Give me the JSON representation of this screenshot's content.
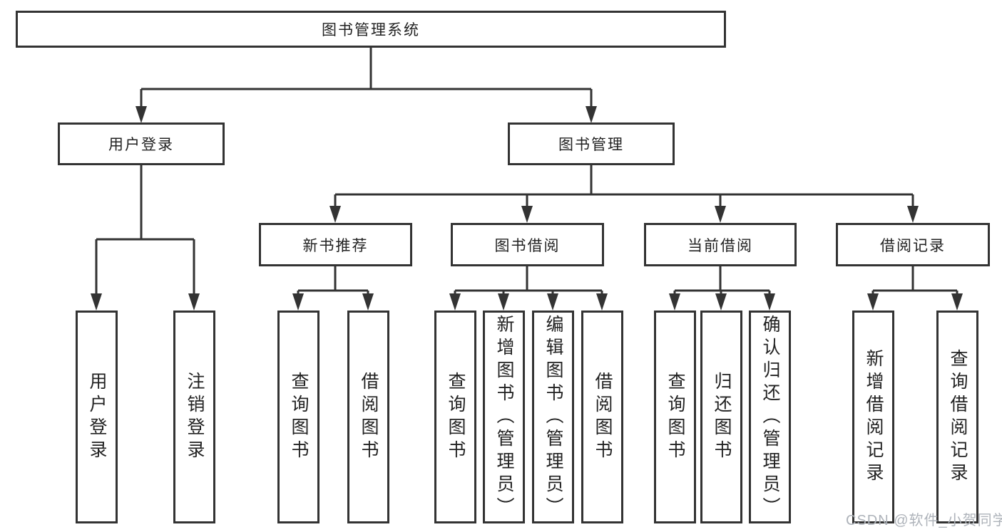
{
  "colors": {
    "line": "#333333",
    "box_border": "#333333",
    "box_fill": "#ffffff",
    "text": "#222222",
    "watermark": "#aeb3ba"
  },
  "watermark": {
    "text": "CSDN @软件_小贺同学"
  },
  "diagram": {
    "type": "hierarchy-tree",
    "root": {
      "label": "图书管理系统",
      "children": [
        {
          "label": "用户登录",
          "children": [
            {
              "label": "用户登录"
            },
            {
              "label": "注销登录"
            }
          ]
        },
        {
          "label": "图书管理",
          "children": [
            {
              "label": "新书推荐",
              "children": [
                {
                  "label": "查询图书"
                },
                {
                  "label": "借阅图书"
                }
              ]
            },
            {
              "label": "图书借阅",
              "children": [
                {
                  "label": "查询图书"
                },
                {
                  "label": "新增图书（管理员）"
                },
                {
                  "label": "编辑图书（管理员）"
                },
                {
                  "label": "借阅图书"
                }
              ]
            },
            {
              "label": "当前借阅",
              "children": [
                {
                  "label": "查询图书"
                },
                {
                  "label": "归还图书"
                },
                {
                  "label": "确认归还（管理员）"
                }
              ]
            },
            {
              "label": "借阅记录",
              "children": [
                {
                  "label": "新增借阅记录"
                },
                {
                  "label": "查询借阅记录"
                }
              ]
            }
          ]
        }
      ]
    }
  }
}
